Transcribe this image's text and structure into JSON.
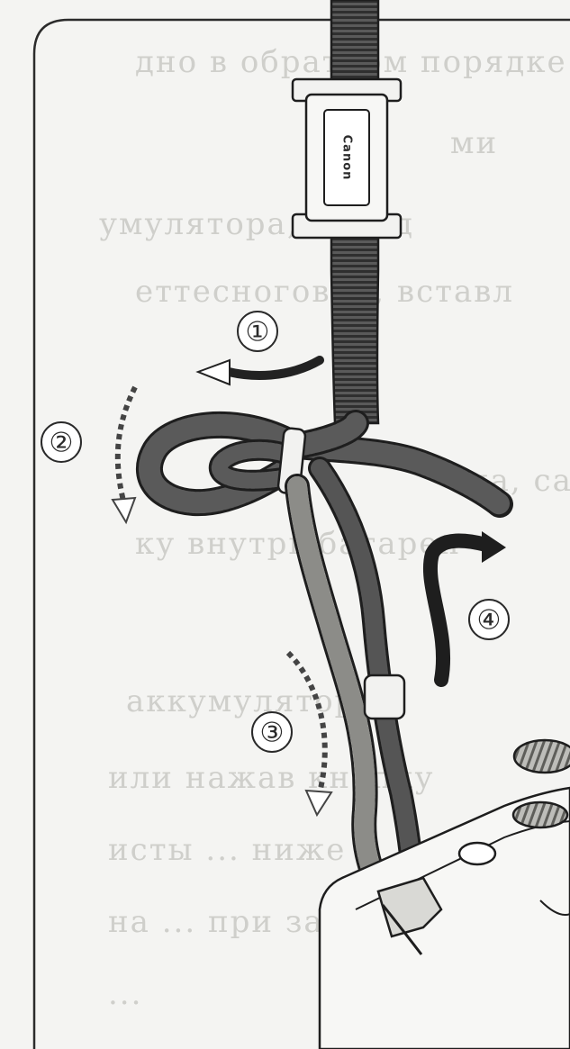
{
  "illustration": {
    "subject": "camera-strap-attachment",
    "brand_label": "Canon",
    "steps": [
      {
        "label": "①"
      },
      {
        "label": "②"
      },
      {
        "label": "③"
      },
      {
        "label": "④"
      }
    ],
    "background_text_lines": [
      "дно в обратном порядке",
      "ми",
      "умулятора, перед",
      "еттесноговик, вставл",
      "",
      "на, садили",
      "ку внутрь батареи",
      "",
      "аккумулятор",
      "или нажав кнопку",
      "исты ... ниже",
      "на ... при заряд",
      "..."
    ],
    "colors": {
      "background": "#f4f4f2",
      "line": "#1e1e1e",
      "strap_dark": "#3d3d3d",
      "strap_light": "#cfcfcb",
      "arrow_hollow": "#ffffff",
      "arrow_solid": "#222222"
    }
  }
}
